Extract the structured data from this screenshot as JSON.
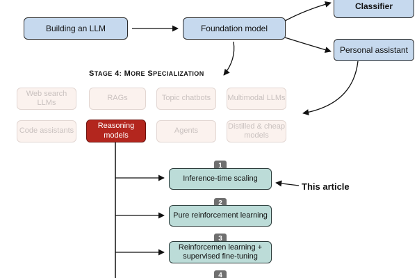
{
  "nodes": {
    "building_llm": "Building an LLM",
    "foundation_model": "Foundation model",
    "classifier": "Classifier",
    "personal_assistant": "Personal assistant"
  },
  "stage": {
    "title": "Stage 4: More Specialization"
  },
  "specializations": [
    "Web search LLMs",
    "RAGs",
    "Topic chatbots",
    "Multimodal LLMs",
    "Code assistants",
    "Reasoning models",
    "Agents",
    "Distilled & cheap models"
  ],
  "approaches": [
    {
      "number": "1",
      "label": "Inference-time scaling"
    },
    {
      "number": "2",
      "label": "Pure reinforcement learning"
    },
    {
      "number": "3",
      "label": "Reinforcemen learning + supervised fine-tuning"
    },
    {
      "number": "4",
      "label": ""
    }
  ],
  "annotation": "This article",
  "colors": {
    "highlight": "#b3261e",
    "blue_box": "#c6d9ee",
    "teal_box": "#bcdcd8"
  }
}
